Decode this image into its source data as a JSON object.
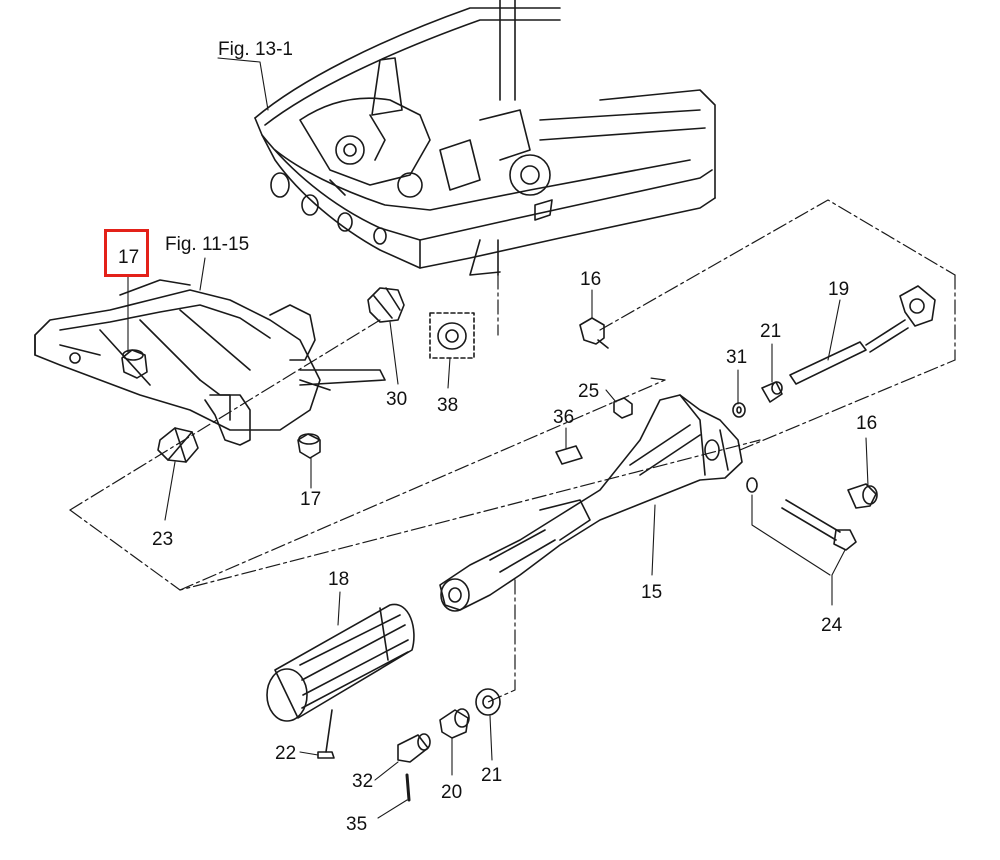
{
  "figure_refs": {
    "fig_13_1": "Fig. 13-1",
    "fig_11_15": "Fig. 11-15"
  },
  "highlight": {
    "part_number": "17",
    "color": "#e32119"
  },
  "callouts": {
    "p17_top": "17",
    "p17_bottom": "17",
    "p23": "23",
    "p30": "30",
    "p38": "38",
    "p16_top": "16",
    "p16_right": "16",
    "p25": "25",
    "p36": "36",
    "p31": "31",
    "p21_top": "21",
    "p21_bottom": "21",
    "p19": "19",
    "p15": "15",
    "p24": "24",
    "p18": "18",
    "p22": "22",
    "p32": "32",
    "p35": "35",
    "p20": "20"
  }
}
